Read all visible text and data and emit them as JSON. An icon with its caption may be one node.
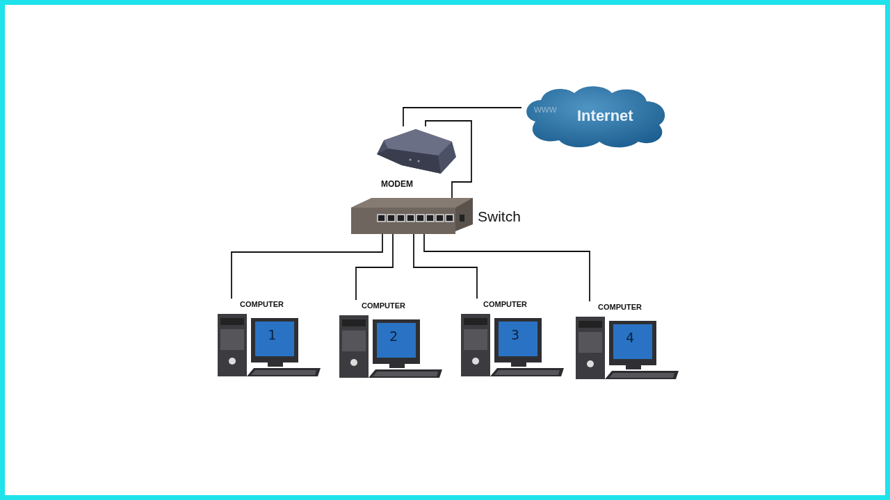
{
  "diagram": {
    "nodes": [
      {
        "text": [
          "www",
          "Internet"
        ]
      },
      {
        "text": [
          "MODEM"
        ]
      },
      {
        "text": [
          "Switch"
        ]
      },
      {
        "text": [
          "COMPUTER",
          "1"
        ]
      },
      {
        "text": [
          "COMPUTER",
          "2"
        ]
      },
      {
        "text": [
          "COMPUTER",
          "3"
        ]
      },
      {
        "text": [
          "COMPUTER",
          "4"
        ]
      }
    ],
    "edges": [
      {
        "from": 1,
        "to": 0,
        "arrow": "none"
      },
      {
        "from": 1,
        "to": 2,
        "arrow": "none"
      },
      {
        "from": 2,
        "to": 3,
        "arrow": "none"
      },
      {
        "from": 2,
        "to": 4,
        "arrow": "none"
      },
      {
        "from": 2,
        "to": 5,
        "arrow": "none"
      },
      {
        "from": 2,
        "to": 6,
        "arrow": "none"
      }
    ]
  }
}
